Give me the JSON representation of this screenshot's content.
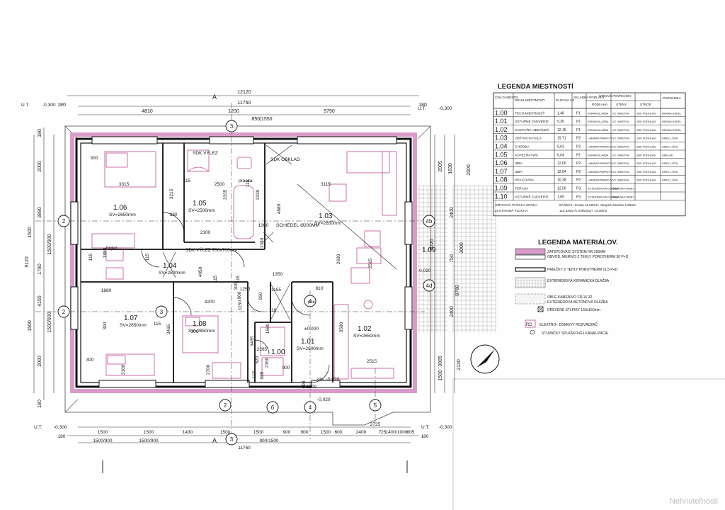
{
  "plan": {
    "dims_top": [
      "12120",
      "11760",
      "4810",
      "5750",
      "1200",
      "850|1550",
      "180",
      "180"
    ],
    "dims_bottom": [
      "1500",
      "1500",
      "1430",
      "1500",
      "1500",
      "900",
      "900",
      "1500",
      "600",
      "2400",
      "725",
      "1400/1000",
      "605",
      "1500/900",
      "1500/900",
      "11760",
      "900/1500",
      "2725",
      "180",
      "180"
    ],
    "levels": [
      "U.T.",
      "-0,300",
      "U.T.",
      "-0,300",
      "U.T.",
      "-0,300",
      "U.T.",
      "-0,300"
    ],
    "dims_left": [
      "2000",
      "3890",
      "1500",
      "1500/900",
      "9120",
      "1780",
      "1500",
      "1500/900",
      "4155",
      "2000",
      "180",
      "180"
    ],
    "dims_right": [
      "2005",
      "2500",
      "1630",
      "2400",
      "3000",
      "5220",
      "8760",
      "750",
      "2400",
      "3005",
      "2130",
      "1500"
    ],
    "grid_labels": [
      "2",
      "2",
      "3",
      "3",
      "2",
      "2",
      "6",
      "4",
      "5",
      "4b",
      "4d",
      "4",
      "3"
    ],
    "section_labels": [
      "A",
      "A"
    ],
    "rooms": [
      {
        "id": "1.06",
        "sv": "SV=2650mm"
      },
      {
        "id": "1.05",
        "sv": "SV=2500mm"
      },
      {
        "id": "1.03",
        "sv": "SV=2650mm"
      },
      {
        "id": "1.04",
        "sv": "SV=2500mm"
      },
      {
        "id": "1.07",
        "sv": "SV=2650mm"
      },
      {
        "id": "1.08",
        "sv": "SV=2650mm"
      },
      {
        "id": "1.00",
        "sv": ""
      },
      {
        "id": "1.01",
        "sv": "SV=2500mm"
      },
      {
        "id": "1.02",
        "sv": "SV=2650mm"
      },
      {
        "id": "1.09",
        "sv": ""
      }
    ],
    "inner_dims": [
      "3315",
      "3215",
      "2500",
      "3335",
      "3115",
      "3330",
      "4880",
      "1360",
      "1380",
      "2100",
      "2600",
      "2515",
      "4050",
      "1880",
      "1880",
      "3200",
      "1580",
      "3580",
      "3485",
      "3465",
      "2285",
      "3100",
      "2700",
      "2515",
      "1155",
      "1350",
      "1150",
      "1250",
      "810",
      "950",
      "118",
      "900",
      "115",
      "115",
      "115",
      "115",
      "115",
      "115",
      "115",
      "115",
      "330",
      "300",
      "300",
      "300",
      "300",
      "300",
      "600",
      "985",
      "1200",
      "2150",
      "900",
      "620"
    ],
    "notes": [
      "SDK OBKLAD",
      "SCHIEDEL Ø200MM",
      "SDK VÝLEZ 700x700mm",
      "±0,000",
      "±0,000",
      "-0,020",
      "-0,020",
      "SDK VÝLEZ",
      "bojler",
      "pracka",
      "zás. -0,020"
    ],
    "pce_label": "pce"
  },
  "rooms_legend": {
    "title": "LEGENDA MIESTNOSTÍ",
    "headers": [
      "ČÍSLO MIESTN.",
      "DRUH MIESTNOSTI",
      "PLOCHA m2",
      "SKLADBA PODLAHY",
      "ÚPRAVA POVRCHOV",
      "POZNÁMKA"
    ],
    "subheaders": [
      "PODLAHA",
      "STENY",
      "STROP"
    ],
    "rows": [
      [
        "1.00",
        "TECH.MIESTNOSŤ",
        "1,48",
        "P1",
        "KERAM.DLAŽBA",
        "VC OMIETKA",
        "SDK PODHLAD",
        "KERAM.SOKEL"
      ],
      [
        "1.01",
        "VSTUPNÉ ZÁDVERIE",
        "5,26",
        "P1",
        "KERAM.DLAŽBA",
        "VC OMIETKA",
        "SDK PODHLAD",
        "KERAM.SOKEL"
      ],
      [
        "1.02",
        "KUCHYŇA+JEDÁLEŇ",
        "12,15",
        "P1",
        "KERAM.DLAŽBA",
        "VC OMIETKA",
        "SDK PODHLAD",
        "KERAM.SOKEL"
      ],
      [
        "1.03",
        "OBÝVACIA HALA",
        "19,71",
        "P2",
        "LAMINÁT/PARKETY",
        "VC OMIETKA",
        "SDK PODHLAD",
        "DREV. LIŠTA"
      ],
      [
        "1.04",
        "CHODBA",
        "5,63",
        "P2",
        "LAMINÁT/PARKETY",
        "VC OMIETKA",
        "SDK PODHLAD",
        "DREV. LIŠTA"
      ],
      [
        "1.05",
        "KÚPEĽŇA+WC",
        "6,04",
        "P1",
        "KERAM.DLAŽBA",
        "VC OMIETKA",
        "SDK PODHLAD",
        "OBKLAD"
      ],
      [
        "1.06",
        "IZBA",
        "12,00",
        "P2",
        "LAMINÁT/PARKETY",
        "VC OMIETKA",
        "SDK PODHLAD",
        "DREV. LIŠTA"
      ],
      [
        "1.07",
        "IZBA",
        "12,04",
        "P2",
        "LAMINÁT/PARKETY",
        "VC OMIETKA",
        "SDK PODHLAD",
        "DREV. LIŠTA"
      ],
      [
        "1.08",
        "PRACOVŇA",
        "10,28",
        "P2",
        "LAMINÁT/PARKETY",
        "VC OMIETKA",
        "SDK PODHLAD",
        "DREV. LIŠTA"
      ],
      [
        "1.09",
        "TERASA",
        "12,50",
        "P3",
        "EXTERIÉROVÁ DLAŽBA",
        "FASÁDNA OMIET.",
        "",
        ""
      ],
      [
        "1.10",
        "VSTUPNÉ ZÁDVERIE",
        "1,89",
        "P3",
        "EXTERIÉROVÁ DLAŽBA",
        "FASÁDNA OMIET.",
        "",
        ""
      ]
    ],
    "footer": [
      "ÚŽITKOVÁ PLOCHA SPOLU",
      "87,68m2+ terasa 12,50m2+ vstupné závetrie 1,89m2",
      "ZASTAVANÁ PLOCHA",
      "110,53m2 /s izoláciou/+ 14,39m2"
    ]
  },
  "materials_legend": {
    "title": "LEGENDA MATERIÁLOV.",
    "items": [
      {
        "text": "ZATEPĽOVACÍ SYSTÉM HR.160MM",
        "text2": "OBVOD. MURIVO Z TEHLY POROTHERM 30 P+D"
      },
      {
        "text": "PRIEČKY Z TEHLY POROTHERM 11,5 P+D",
        "text2": ""
      },
      {
        "text": "EXTERIÉROVÁ KERAMICKÁ DLAŽBA",
        "text2": ""
      },
      {
        "text": "OBLÉ KAMENIVO FR.16-32",
        "text2": "EXTERIÉROVÁ BETÓNOVÁ DLAŽBA"
      },
      {
        "text": "DREVENÉ STĹPIKY 150x150mm",
        "text2": ""
      }
    ],
    "extra": [
      {
        "sym": "RD",
        "text": "ELEKTRO– DOMOVÝ ROZVÁDZAČ"
      },
      {
        "sym": "",
        "text": "STUPAČKY SPLAŠKOVEJ KANALIZÁCIE"
      }
    ]
  },
  "watermark": "Nehnuteľnosti",
  "colors": {
    "insulation": "#d99bc9",
    "furniture": "#c04b9a",
    "walls": "#111111"
  }
}
